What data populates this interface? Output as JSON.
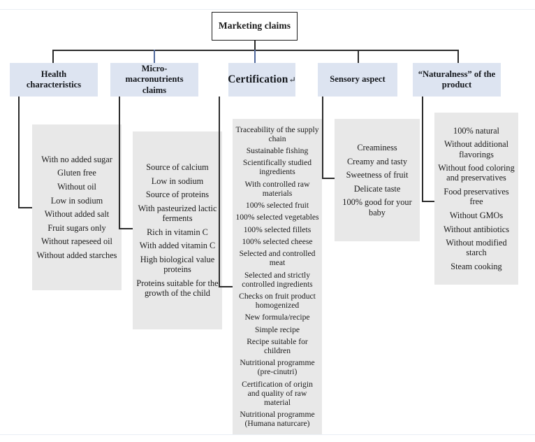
{
  "diagram": {
    "type": "hierarchy-tree",
    "root": {
      "label": "Marketing claims"
    },
    "colors": {
      "category_fill": "#dde4f1",
      "panel_fill": "#e8e8e8",
      "connector": "#2b2b2b",
      "connector_alt": "#51699c",
      "text": "#1a1a1a",
      "page_rule": "#e9eef4"
    },
    "categories": [
      {
        "id": "health-characteristics",
        "label": "Health characteristics",
        "emphasis": false,
        "claims": [
          "With no added sugar",
          "Gluten free",
          "Without oil",
          "Low in sodium",
          "Without added salt",
          "Fruit sugars only",
          "Without rapeseed oil",
          "Without added starches"
        ]
      },
      {
        "id": "micro-macronutrients-claims",
        "label": "Micro-macronutrients claims",
        "emphasis": false,
        "claims": [
          "Source of calcium",
          "Low in sodium",
          "Source of proteins",
          "With pasteurized lactic ferments",
          "Rich in vitamin C",
          "With added vitamin C",
          "High biological value proteins",
          "Proteins suitable for the growth of the child"
        ]
      },
      {
        "id": "certification",
        "label": "Certification",
        "label_suffix": "↵",
        "emphasis": true,
        "claims": [
          "Traceability of the supply chain",
          "Sustainable fishing",
          "Scientifically studied ingredients",
          "With controlled raw materials",
          "100% selected fruit",
          "100% selected vegetables",
          "100% selected fillets",
          "100% selected cheese",
          "Selected and controlled meat",
          "Selected and strictly controlled ingredients",
          "Checks on fruit product homogenized",
          "New formula/recipe",
          "Simple recipe",
          "Recipe suitable for children",
          "Nutritional programme (pre-cinutri)",
          "Certification of origin and quality of raw material",
          "Nutritional programme (Humana naturcare)"
        ]
      },
      {
        "id": "sensory-aspect",
        "label": "Sensory aspect",
        "emphasis": false,
        "claims": [
          "Creaminess",
          "Creamy and tasty",
          "Sweetness of fruit",
          "Delicate taste",
          "100% good for your baby"
        ]
      },
      {
        "id": "naturalness-of-the-product",
        "label": "“Naturalness” of the product",
        "emphasis": false,
        "claims": [
          "100% natural",
          "Without additional flavorings",
          "Without food coloring and preservatives",
          "Food preservatives free",
          "Without GMOs",
          "Without antibiotics",
          "Without modified starch",
          "Steam cooking"
        ]
      }
    ]
  }
}
